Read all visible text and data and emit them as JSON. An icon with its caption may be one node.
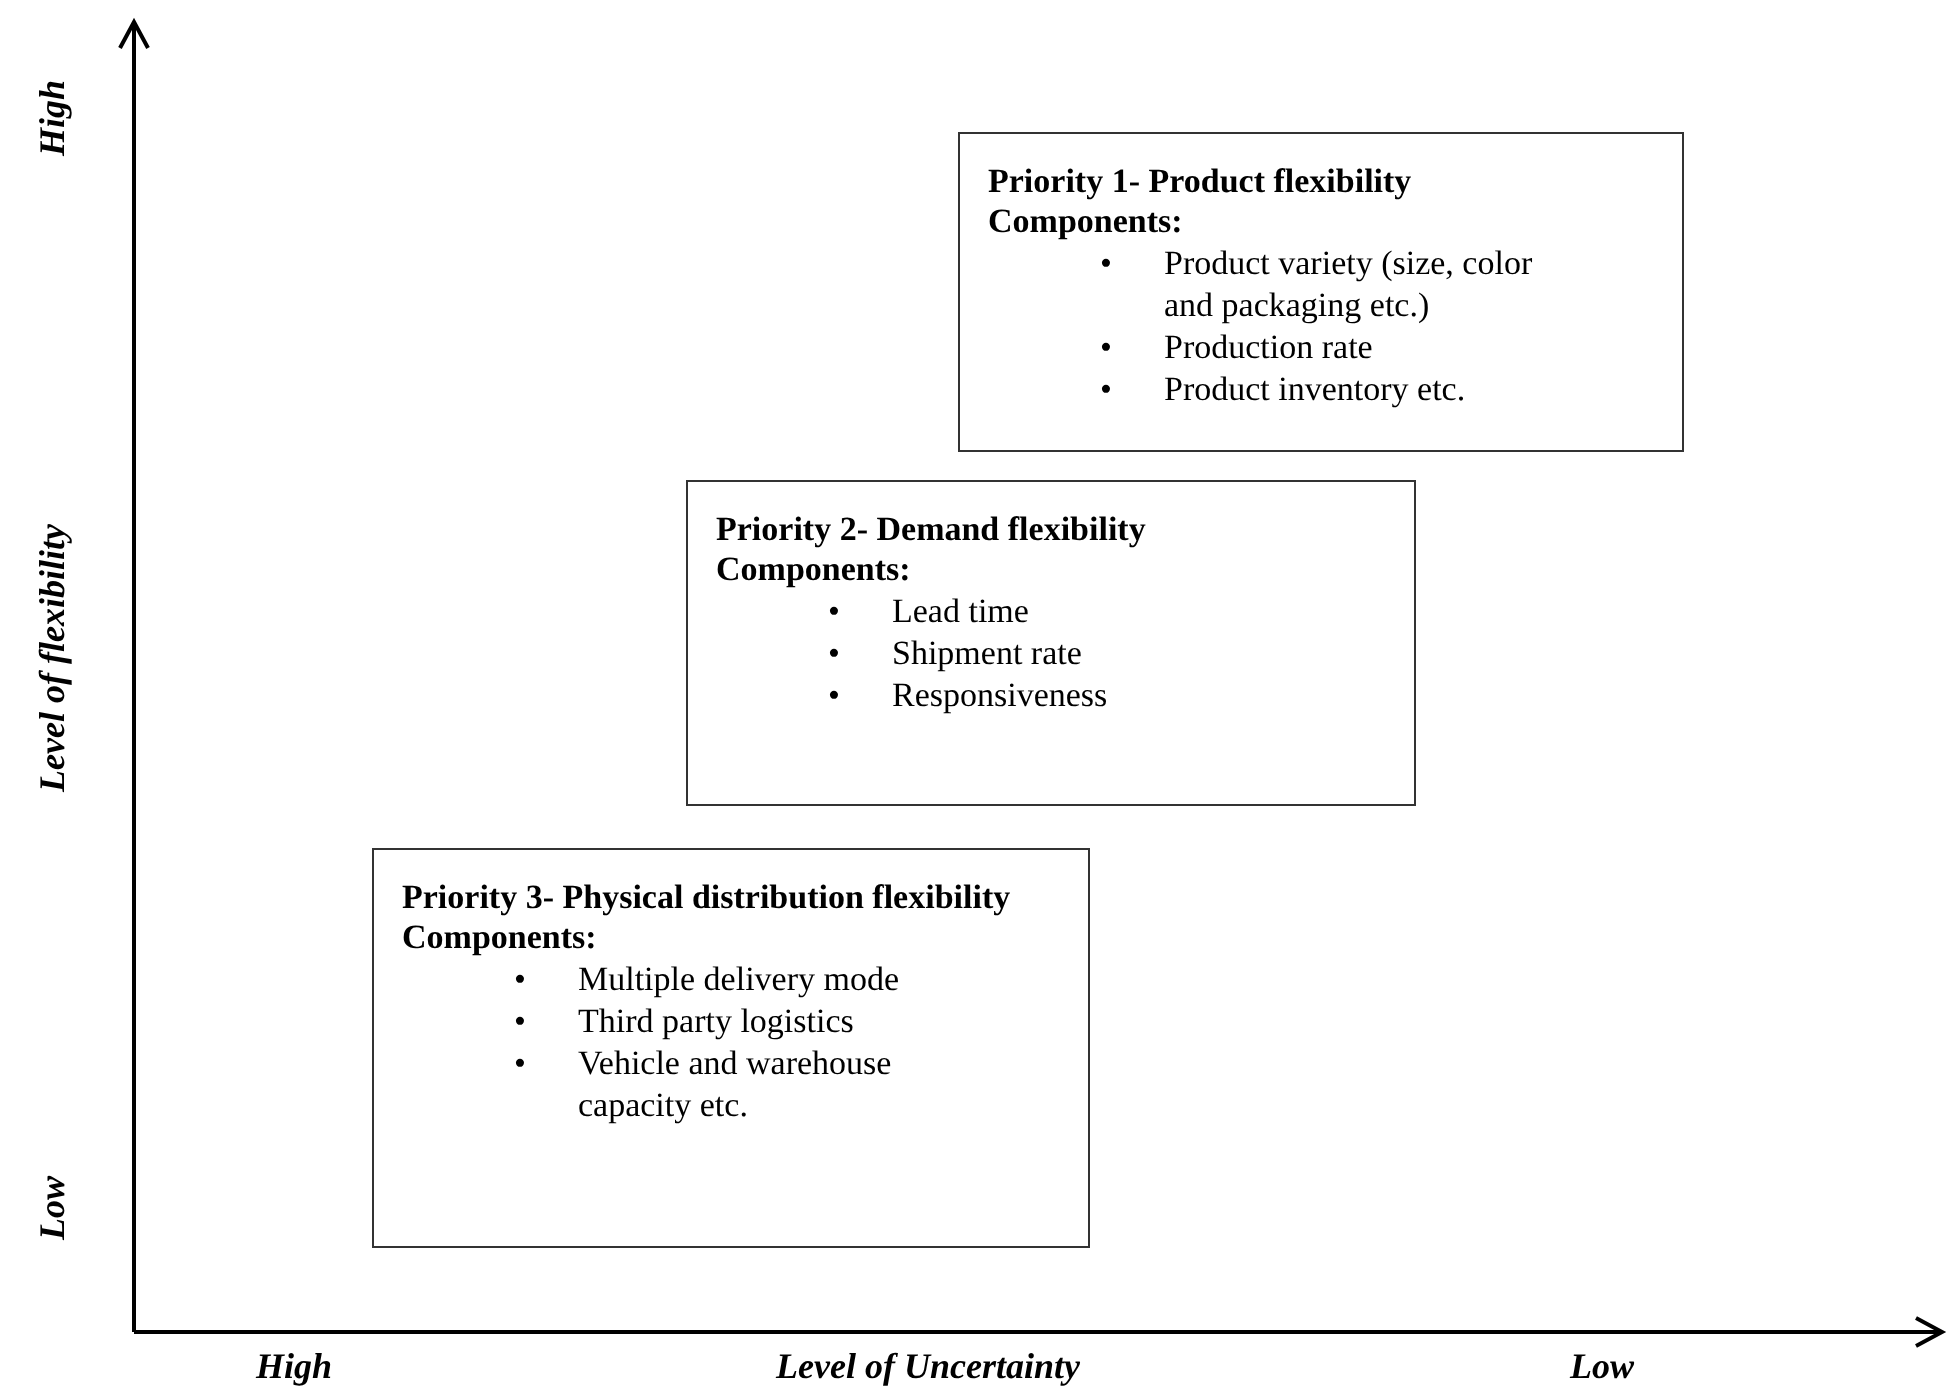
{
  "diagram": {
    "nodes": [
      {
        "text": [
          "Priority 1- Product flexibility Components:",
          "• Product variety (size, color and packaging etc.)",
          "• Production rate",
          "• Product inventory etc."
        ]
      },
      {
        "text": [
          "Priority 2- Demand flexibility Components:",
          "• Lead time",
          "• Shipment rate",
          "• Responsiveness"
        ]
      },
      {
        "text": [
          "Priority 3- Physical distribution flexibility Components:",
          "• Multiple delivery mode",
          "• Third party logistics",
          "• Vehicle and warehouse capacity etc."
        ]
      }
    ],
    "edges": [],
    "labels": [
      "High",
      "Level of flexibility",
      "Low",
      "High",
      "Level of Uncertainty",
      "Low"
    ]
  }
}
